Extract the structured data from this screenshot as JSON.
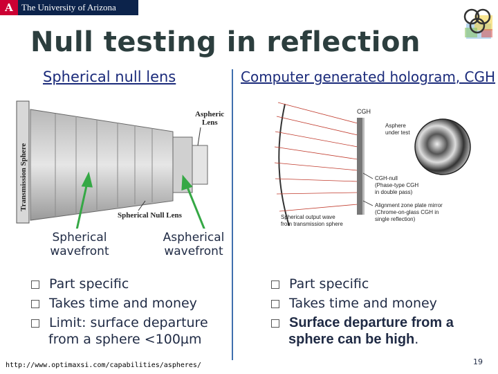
{
  "header": {
    "logo_text": "The University of Arizona"
  },
  "slide": {
    "title": "Null testing in reflection",
    "left_heading": "Spherical null lens",
    "right_heading": "Computer generated hologram, CGH",
    "left_figure": {
      "labels": {
        "aspheric_lens": [
          "Aspheric",
          "Lens"
        ],
        "transmission_sphere": "Transmission Sphere",
        "spherical_null_lens": "Spherical Null Lens"
      }
    },
    "left_captions": {
      "spherical": [
        "Spherical",
        "wavefront"
      ],
      "aspherical": [
        "Aspherical",
        "wavefront"
      ]
    },
    "right_figure": {
      "labels": {
        "cgh": "CGH",
        "asphere": [
          "Asphere",
          "under test"
        ],
        "cgh_null": [
          "CGH-null",
          "(Phase-type CGH",
          "in double pass)"
        ],
        "alignment": [
          "Alignment zone plate mirror",
          "(Chrome-on-glass CGH in",
          "single reflection)"
        ],
        "spherical_output": [
          "Spherical output wave",
          "from transmission sphere"
        ]
      }
    },
    "left_bullets": {
      "b1": "Part specific",
      "b2": "Takes time and money",
      "b3_line1": "Limit: surface departure",
      "b3_line2": "from a sphere <100µm"
    },
    "right_bullets": {
      "b1": "Part specific",
      "b2": "Takes time and money",
      "b3_line1": "Surface departure from a",
      "b3_line2": "sphere can be high",
      "b3_end": "."
    },
    "url": "http://www.optimaxsi.com/capabilities/aspheres/",
    "page_number": "19"
  },
  "colors": {
    "title": "#2c3e3e",
    "subhead": "#1a2a7a",
    "divider": "#3f6fae",
    "arrow": "#35a845",
    "logo_bg": "#0c234b",
    "logo_red": "#cc0033"
  },
  "icons": {
    "logo_mark": "university-a-icon",
    "corner_logo": "interlocking-rings-logo"
  }
}
